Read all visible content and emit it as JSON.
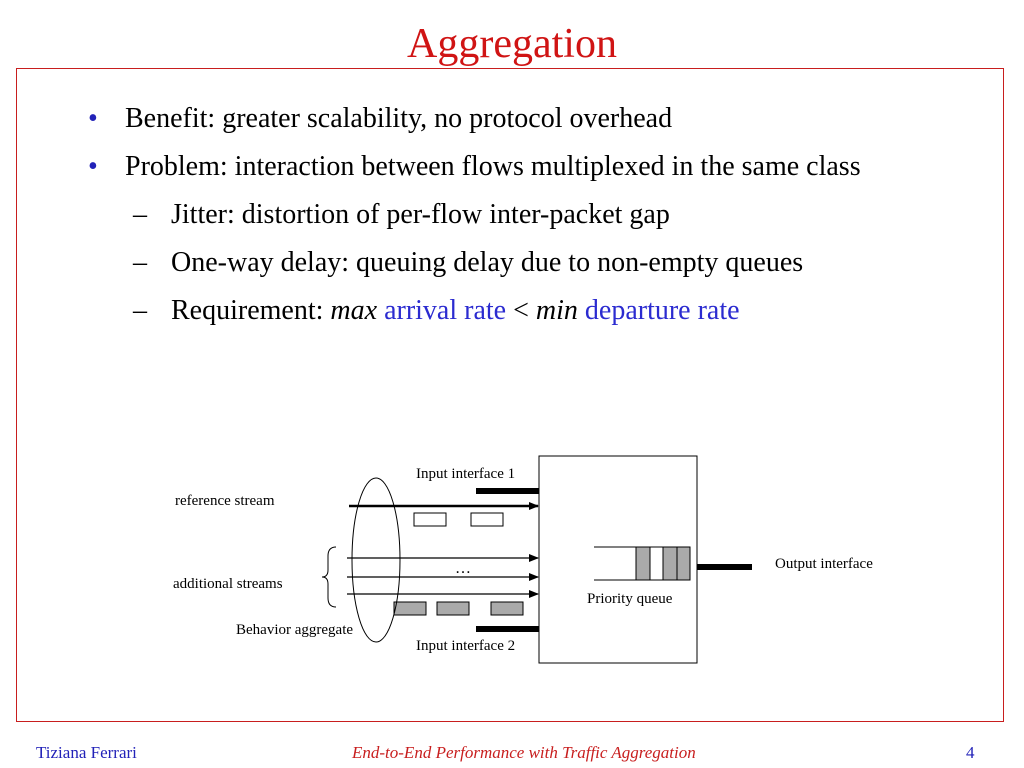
{
  "slide": {
    "title": "Aggregation"
  },
  "bullets": {
    "b1": "Benefit: greater scalability, no protocol overhead",
    "b2": "Problem: interaction between flows multiplexed in the same class",
    "s1": "Jitter: distortion of per-flow inter-packet gap",
    "s2": "One-way delay: queuing delay due to non-empty queues",
    "s3_prefix": "Requirement:",
    "s3_max": "max",
    "s3_arrival": "arrival rate",
    "s3_lt": "<",
    "s3_min": "min",
    "s3_departure": "departure rate",
    "dash": "–"
  },
  "diagram": {
    "input1": "Input interface 1",
    "input2": "Input interface 2",
    "reference_stream": "reference stream",
    "additional_streams": "additional streams",
    "behavior_aggregate": "Behavior aggregate",
    "ellipsis": "…",
    "priority_queue": "Priority queue",
    "output_interface": "Output interface"
  },
  "footer": {
    "author": "Tiziana Ferrari",
    "talk_title": "End-to-End Performance with Traffic Aggregation",
    "page_number": "4"
  },
  "colors": {
    "title": "#d01414",
    "frame": "#c81e1e",
    "bullet": "#2222b8",
    "emphasis": "#2b2bd0",
    "packet_grey": "#aaaaaa"
  }
}
